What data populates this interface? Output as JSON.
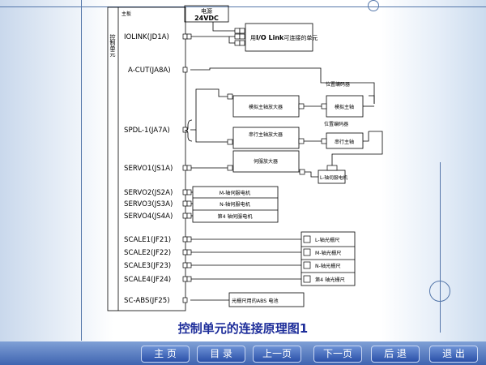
{
  "diagram": {
    "title": "控制单元的连接原理图1",
    "cpu_box_label": "主板",
    "vertical_label": "控制单元",
    "power": {
      "line1": "电源",
      "line2": "24VDC"
    },
    "io_unit": {
      "prefix": "用",
      "bold": "I/O Link",
      "suffix": "可连接的单元"
    },
    "ports": [
      "IOLINK(JD1A)",
      "A-CUT(JA8A)",
      "SPDL-1(JA7A)",
      "SERVO1(JS1A)",
      "SERVO2(JS2A)",
      "SERVO3(JS3A)",
      "SERVO4(JS4A)",
      "SCALE1(JF21)",
      "SCALE2(JF22)",
      "SCALE3(JF23)",
      "SCALE4(JF24)",
      "SC-ABS(JF25)"
    ],
    "spindle": {
      "analog_amp": "模拟主轴放大器",
      "analog_motor": "模拟主轴",
      "serial_amp": "串行主轴放大器",
      "serial_motor": "串行主轴",
      "position_encoder_1": "位置编码器",
      "position_encoder_2": "位置编码器"
    },
    "servo_amp": "伺服放大器",
    "l_motor": "L-轴伺服电机",
    "motors": [
      "M-轴伺服电机",
      "N-轴伺服电机",
      "第4 轴伺服电机"
    ],
    "scales": [
      "L-轴光栅尺",
      "M-轴光栅尺",
      "N-轴光栅尺",
      "第4 轴光栅尺"
    ],
    "abs_battery": "光栅尺用的ABS 电池"
  },
  "nav": {
    "home": "主 页",
    "contents": "目 录",
    "prev": "上一页",
    "next": "下一页",
    "back": "后 退",
    "exit": "退 出"
  }
}
